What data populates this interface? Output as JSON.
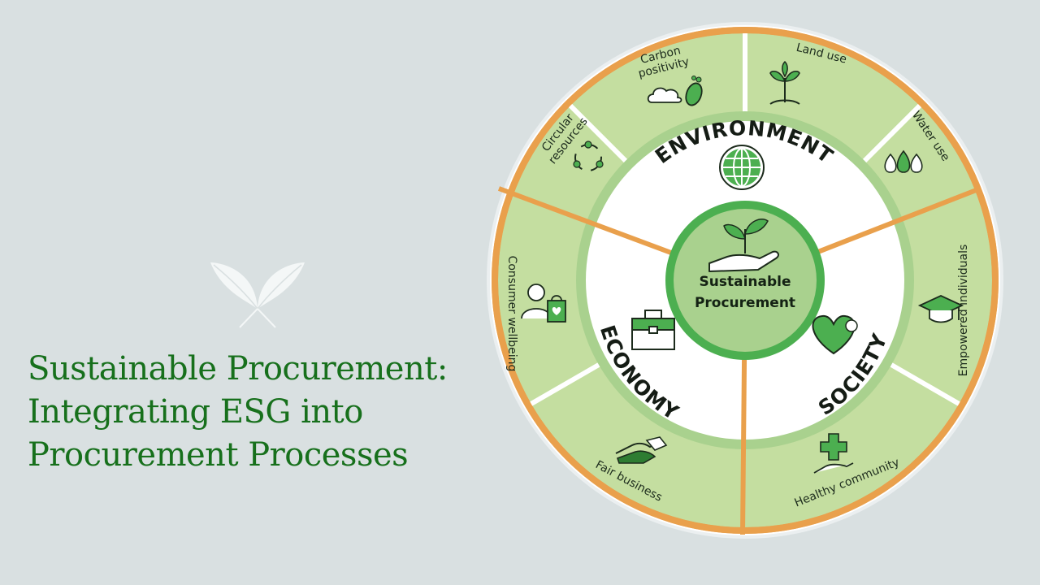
{
  "title": {
    "line1": "Sustainable Procurement:",
    "line2": "Integrating ESG into",
    "line3": "Procurement Processes"
  },
  "center": {
    "line1": "Sustainable",
    "line2": "Procurement"
  },
  "pillars": {
    "environment": "ENVIRONMENT",
    "society": "SOCIETY",
    "economy": "ECONOMY"
  },
  "segments": {
    "carbon_positivity": {
      "line1": "Carbon",
      "line2": "positivity"
    },
    "land_use": "Land use",
    "water_use": "Water use",
    "empowered_individuals": "Empowered individuals",
    "healthy_community": "Healthy community",
    "fair_business": "Fair business",
    "consumer_wellbeing": "Consumer wellbeing",
    "circular_resources": {
      "line1": "Circular",
      "line2": "resources"
    }
  },
  "colors": {
    "title": "#17701c",
    "ring_orange": "#e9a04c",
    "outer_green": "#c4dea0",
    "mid_green": "#a9d18e",
    "center_green": "#4caf50",
    "dark_green": "#2e7d32"
  }
}
